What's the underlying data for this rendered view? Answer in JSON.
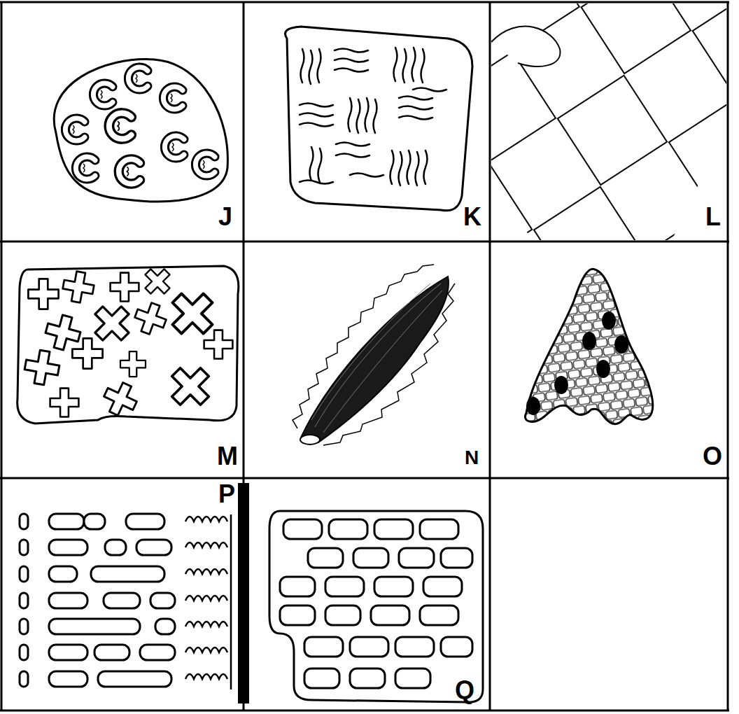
{
  "diagram": {
    "labels": [
      "J",
      "K",
      "L",
      "M",
      "N",
      "O",
      "P",
      "Q"
    ]
  }
}
